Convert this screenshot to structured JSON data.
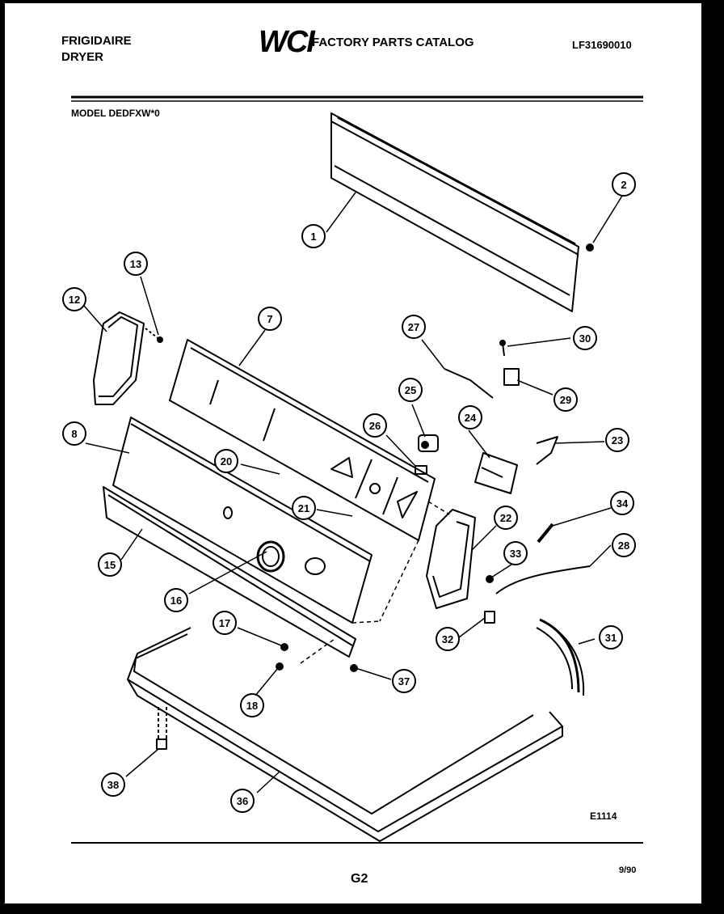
{
  "header": {
    "brand": "FRIGIDAIRE",
    "product": "DRYER",
    "logo": "WCI",
    "catalog_title": "FACTORY PARTS CATALOG",
    "document_number": "LF31690010",
    "model": "MODEL DEDFXW*0"
  },
  "footer": {
    "diagram_code": "E1114",
    "page": "G2",
    "date": "9/90"
  },
  "callouts": [
    "1",
    "2",
    "7",
    "8",
    "12",
    "13",
    "15",
    "16",
    "17",
    "18",
    "20",
    "21",
    "22",
    "23",
    "24",
    "25",
    "26",
    "27",
    "28",
    "29",
    "30",
    "31",
    "32",
    "33",
    "34",
    "36",
    "37",
    "38"
  ]
}
